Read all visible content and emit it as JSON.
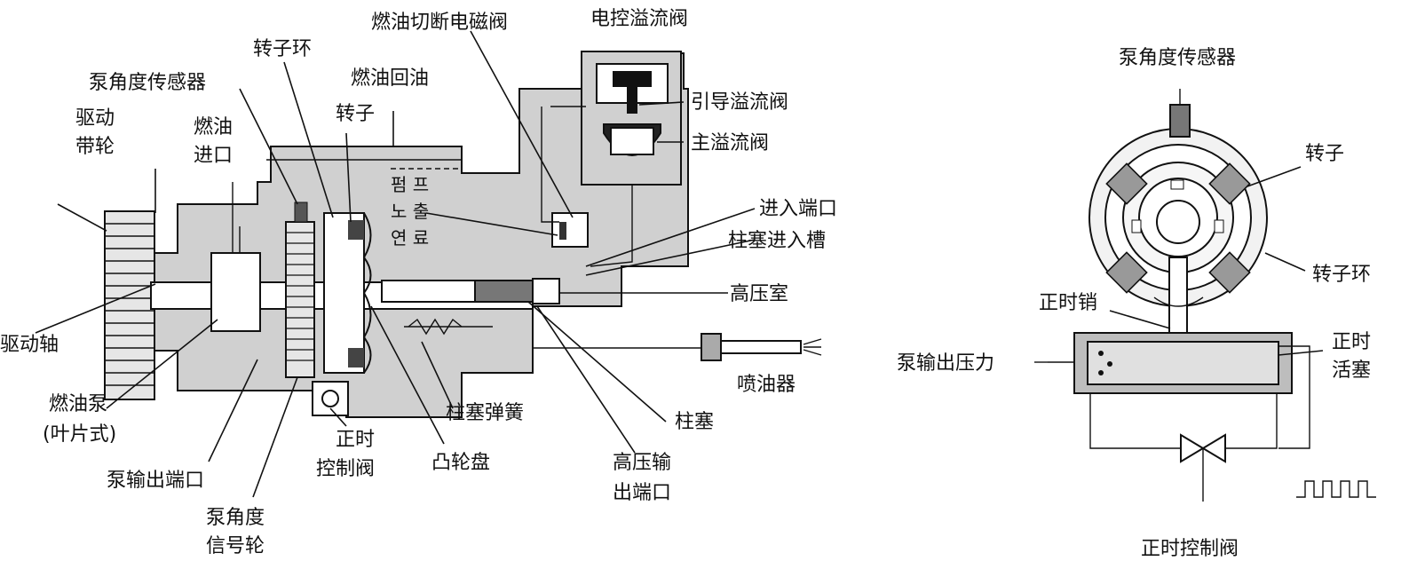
{
  "left_diagram": {
    "labels": {
      "drive_pulley": [
        "驱动",
        "带轮"
      ],
      "pump_angle_sensor": "泵角度传感器",
      "fuel_inlet": [
        "燃油",
        "进口"
      ],
      "rotor_ring": "转子环",
      "fuel_cutoff_solenoid": "燃油切断电磁阀",
      "fuel_return": "燃油回油",
      "rotor": "转子",
      "electronic_spill_valve": "电控溢流阀",
      "pilot_spill_valve": "引导溢流阀",
      "main_spill_valve": "主溢流阀",
      "pump_outlet_fuel": [
        "펌 프",
        "노 출",
        "연 료"
      ],
      "inlet_port": "进入端口",
      "plunger_inlet_groove": "柱塞进入槽",
      "high_pressure_chamber": "高压室",
      "drive_shaft": "驱动轴",
      "injector": "喷油器",
      "fuel_pump": [
        "燃油泵",
        "(叶片式)"
      ],
      "plunger_spring": "柱塞弹簧",
      "plunger": "柱塞",
      "timing_control_valve": [
        "正时",
        "控制阀"
      ],
      "cam_disc": "凸轮盘",
      "high_pressure_outlet": [
        "高压输",
        "出端口"
      ],
      "pump_outlet_port": "泵输出端口",
      "pump_angle_signal_wheel": [
        "泵角度",
        "信号轮"
      ]
    }
  },
  "right_diagram": {
    "labels": {
      "pump_angle_sensor": "泵角度传感器",
      "rotor": "转子",
      "rotor_ring": "转子环",
      "timing_pin": "正时销",
      "pump_output_pressure": "泵输出压力",
      "timing_piston": [
        "正时",
        "活塞"
      ],
      "timing_control_valve": "正时控制阀"
    }
  }
}
